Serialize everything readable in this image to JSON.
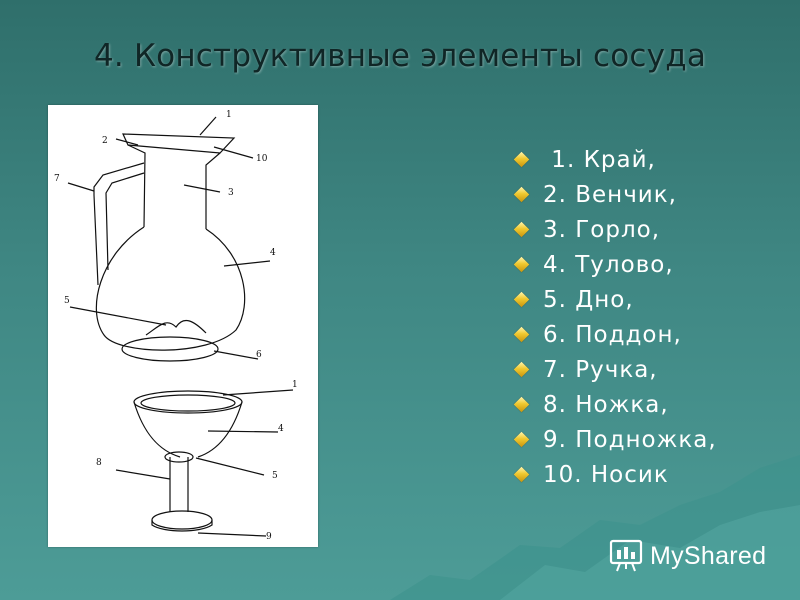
{
  "slide": {
    "title": "4. Конструктивные элементы сосуда",
    "list_items": [
      " 1. Край,",
      "2. Венчик,",
      "3. Горло,",
      "4. Тулово,",
      "5. Дно,",
      "6. Поддон,",
      "7. Ручка,",
      "8. Ножка,",
      "9. Подножка,",
      "10. Носик"
    ],
    "bullet_icon": "diamond-bullet-icon",
    "colors": {
      "background_top": "#2f6f6b",
      "background_bottom": "#4d9c97",
      "bullet": "#f0c930",
      "text": "#ffffff",
      "title": "#102626"
    }
  },
  "figure": {
    "jug_labels": {
      "l1": "1",
      "l2": "2",
      "l10": "10",
      "l3": "3",
      "l7": "7",
      "l4": "4",
      "l5": "5",
      "l6": "6"
    },
    "goblet_labels": {
      "l1": "1",
      "l4": "4",
      "l8": "8",
      "l5": "5",
      "l9": "9"
    }
  },
  "watermark": {
    "text": "MyShared",
    "icon": "myshared-logo-icon"
  }
}
